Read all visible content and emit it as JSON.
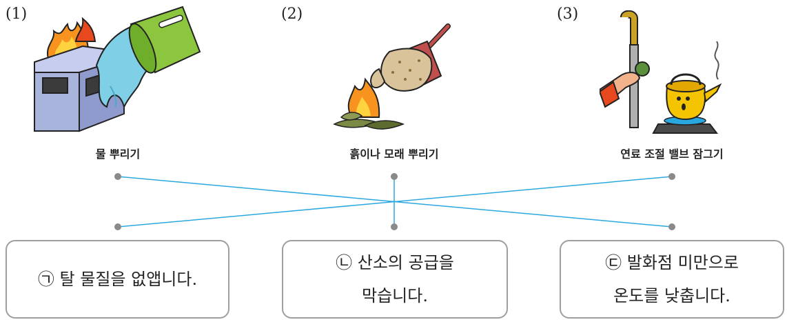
{
  "items": [
    {
      "number": "(1)",
      "caption": "물 뿌리기"
    },
    {
      "number": "(2)",
      "caption": "흙이나 모래 뿌리기"
    },
    {
      "number": "(3)",
      "caption": "연료 조절 밸브 잠그기"
    }
  ],
  "answers": [
    {
      "lines": [
        "㉠ 탈 물질을 없앱니다."
      ]
    },
    {
      "lines": [
        "㉡ 산소의 공급을",
        "막습니다."
      ]
    },
    {
      "lines": [
        "㉢ 발화점 미만으로",
        "온도를 낮춥니다."
      ]
    }
  ],
  "connections": [
    {
      "from": "(1)",
      "to": "㉢"
    },
    {
      "from": "(2)",
      "to": "㉡"
    },
    {
      "from": "(3)",
      "to": "㉠"
    }
  ],
  "colors": {
    "line": "#29a8e0",
    "dot": "#8a8a8a",
    "box_border": "#9e9e9e",
    "fire_orange": "#f7931e",
    "fire_red": "#e8481d",
    "water": "#7fd0e6",
    "bucket": "#8cc63f",
    "box_purple": "#a9b4dc",
    "sand": "#d9c39a",
    "kettle": "#f5c400"
  }
}
